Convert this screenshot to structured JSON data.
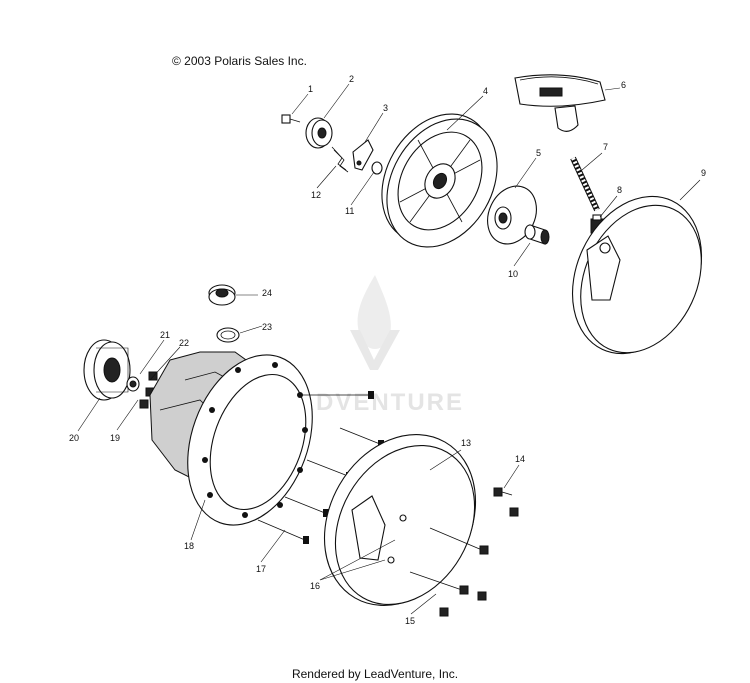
{
  "copyright": "© 2003 Polaris Sales Inc.",
  "footer": "Rendered by LeadVenture, Inc.",
  "watermark": "LEADVENTURE",
  "callouts": [
    "1",
    "2",
    "3",
    "4",
    "5",
    "6",
    "7",
    "8",
    "9",
    "10",
    "11",
    "12",
    "13",
    "14",
    "15",
    "16",
    "17",
    "18",
    "19",
    "20",
    "21",
    "22",
    "23",
    "24"
  ]
}
